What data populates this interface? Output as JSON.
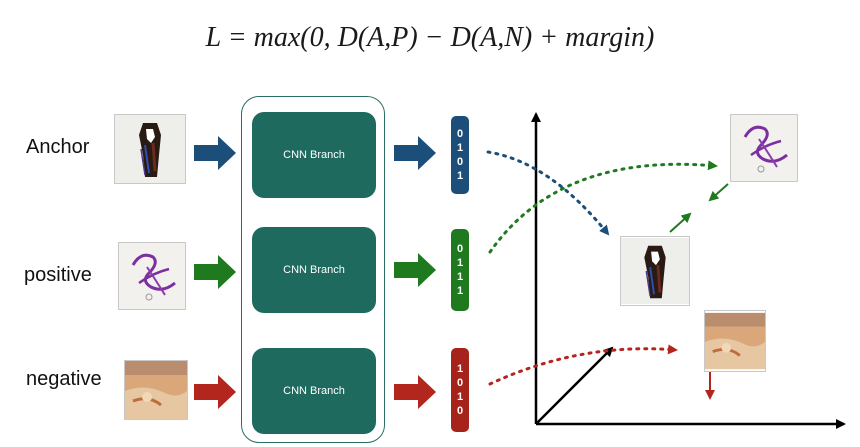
{
  "formula": "L = max(0, D(A,P) − D(A,N) + margin)",
  "labels": {
    "anchor": "Anchor",
    "positive": "positive",
    "negative": "negative"
  },
  "cnn_label": "CNN Branch",
  "codes": {
    "anchor": [
      "0",
      "1",
      "0",
      "1"
    ],
    "positive": [
      "0",
      "1",
      "1",
      "1"
    ],
    "negative": [
      "1",
      "0",
      "1",
      "0"
    ]
  },
  "colors": {
    "anchor": "#1b4f7a",
    "positive": "#1f7a1f",
    "negative": "#b3261e",
    "cnn_fill": "#1e6a5e",
    "cnn_border": "#2c6e62",
    "code_anchor": "#1b4f7a",
    "code_positive": "#1f7a1f",
    "code_negative": "#a5231b"
  }
}
